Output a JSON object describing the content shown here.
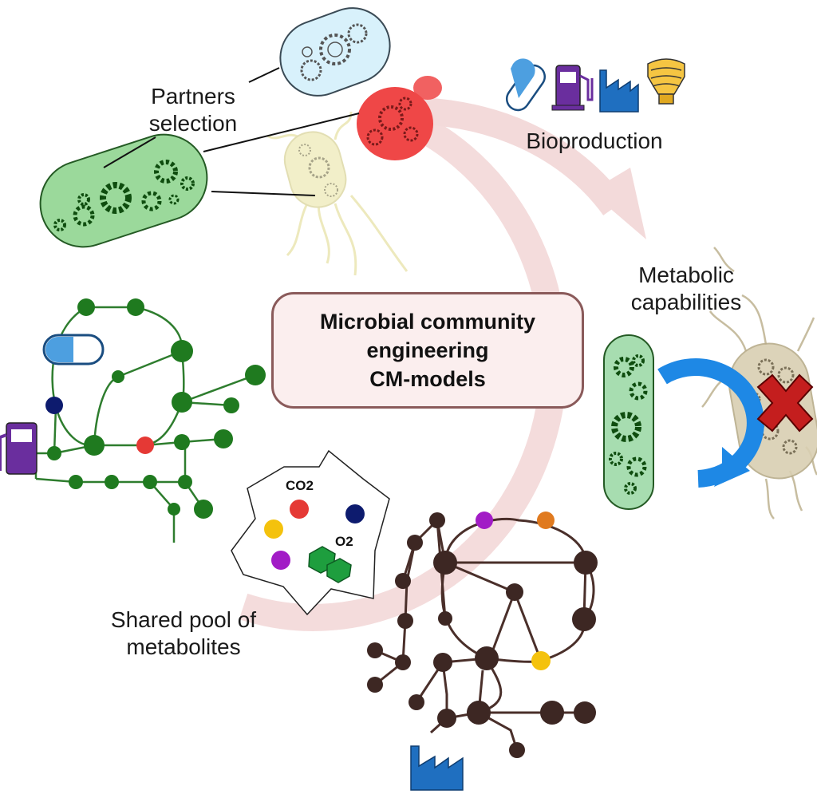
{
  "center": {
    "line1": "Microbial community",
    "line2": "engineering",
    "line3": "CM-models"
  },
  "labels": {
    "partners_line1": "Partners",
    "partners_line2": "selection",
    "bioproduction": "Bioproduction",
    "metabolic_line1": "Metabolic",
    "metabolic_line2": "capabilities",
    "pool_line1": "Shared pool of",
    "pool_line2": "metabolites",
    "co2": "CO2",
    "o2": "O2"
  },
  "icons": [
    "pill-icon",
    "fuel-pump-icon",
    "factory-icon",
    "light-bulb-icon",
    "gear-icon",
    "x-mark-icon",
    "cycle-arrow-icon"
  ],
  "colors": {
    "cycle_arrow": "#f3dada",
    "green_network": "#1f7a1f",
    "brown_network": "#4a2f2a",
    "blue_arrow": "#1e88e5",
    "red_metabolite": "#e53935",
    "gold_metabolite": "#f4c20d",
    "navy_metabolite": "#0d1b6e",
    "purple_metabolite": "#a21cc6",
    "orange_metabolite": "#e07a1f"
  }
}
